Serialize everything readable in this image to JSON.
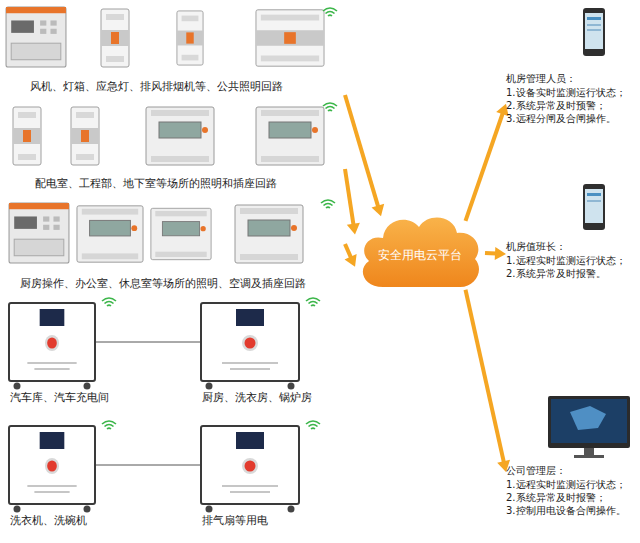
{
  "diagram": {
    "nodes": [
      {
        "text": [
          "安全用电云平台"
        ]
      },
      {
        "text": [
          "风机、灯箱、应急灯、排风排烟机等、公共照明回路"
        ]
      },
      {
        "text": [
          "配电室、工程部、地下室等场所的照明和插座回路"
        ]
      },
      {
        "text": [
          "厨房操作、办公室、休息室等场所的照明、空调及插座回路"
        ]
      },
      {
        "text": [
          "汽车库、汽车充电间"
        ]
      },
      {
        "text": [
          "厨房、洗衣房、锅炉房"
        ]
      },
      {
        "text": [
          "洗衣机、洗碗机"
        ]
      },
      {
        "text": [
          "排气扇等用电"
        ]
      },
      {
        "text": [
          "机房管理人员：",
          "1.设备实时监测运行状态；",
          "2.系统异常及时预警；",
          "3.远程分闸及合闸操作。"
        ]
      },
      {
        "text": [
          "机房值班长：",
          "1.远程实时监测运行状态；",
          "2.系统异常及时报警。"
        ]
      },
      {
        "text": [
          "公司管理层：",
          "1.远程实时监测运行状态；",
          "2.系统异常及时报警；",
          "3.控制用电设备合闸操作。"
        ]
      }
    ],
    "edges": [
      {
        "from": 1,
        "to": 0,
        "arrow": "to"
      },
      {
        "from": 2,
        "to": 0,
        "arrow": "to"
      },
      {
        "from": 3,
        "to": 0,
        "arrow": "to"
      },
      {
        "from": 4,
        "to": 5,
        "arrow": "none"
      },
      {
        "from": 6,
        "to": 7,
        "arrow": "none"
      },
      {
        "from": 0,
        "to": 8,
        "arrow": "to"
      },
      {
        "from": 0,
        "to": 9,
        "arrow": "to"
      },
      {
        "from": 0,
        "to": 10,
        "arrow": "to"
      }
    ]
  }
}
